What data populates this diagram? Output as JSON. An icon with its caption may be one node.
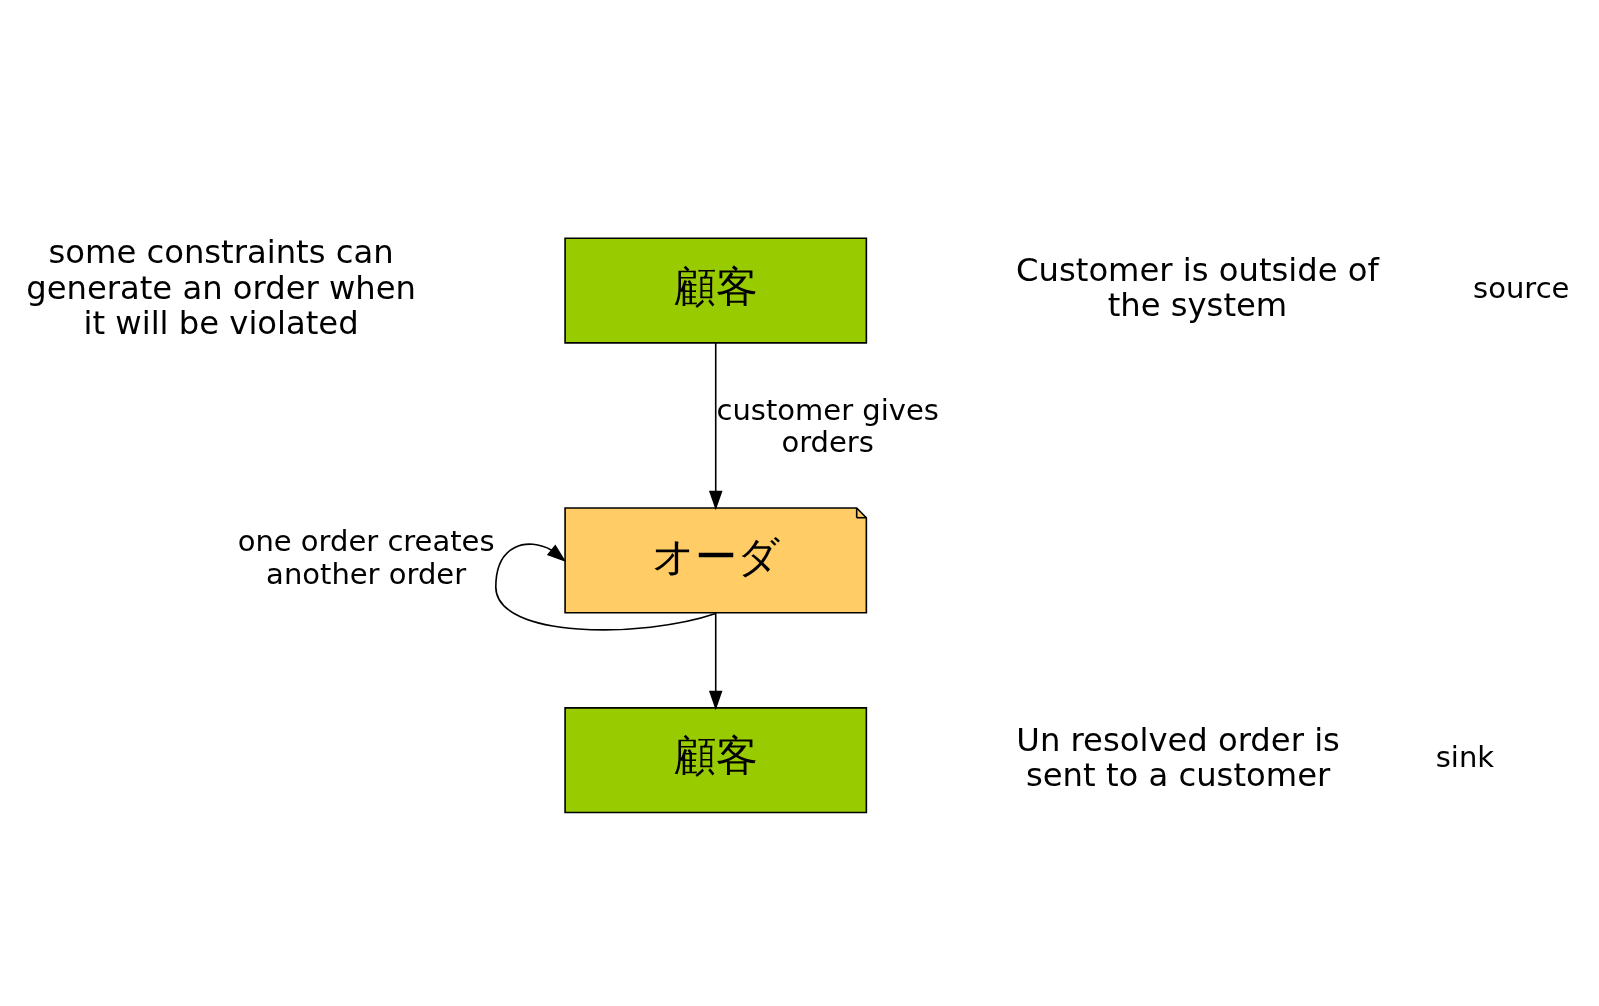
{
  "diagram": {
    "nodes": [
      {
        "text": [
          "顧客"
        ],
        "beside": [
          "source",
          "Customer is outside of the system"
        ]
      },
      {
        "text": [
          "オーダ"
        ]
      },
      {
        "text": [
          "顧客"
        ],
        "beside": [
          "sink",
          "Un resolved order is sent to a customer"
        ]
      }
    ],
    "edges": [
      {
        "from": 0,
        "to": 1,
        "arrow": "to",
        "label": "customer gives orders"
      },
      {
        "from": 1,
        "to": 1,
        "arrow": "to",
        "label": "one order creates another order"
      },
      {
        "from": 1,
        "to": 2,
        "arrow": "to"
      }
    ],
    "labels": [
      "some constraints can generate an order when it will be violated"
    ]
  }
}
